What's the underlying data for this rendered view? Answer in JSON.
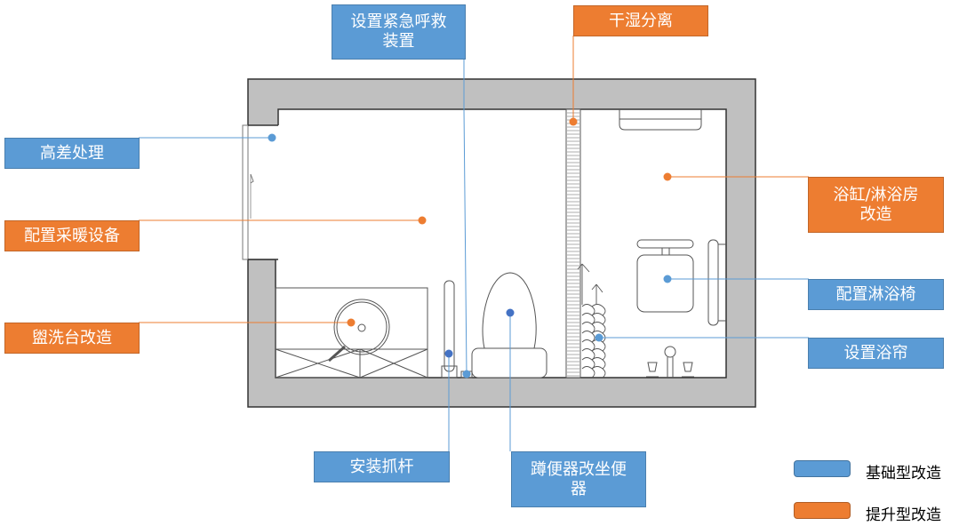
{
  "colors": {
    "basic": "#5b9bd5",
    "upgrade": "#ed7d31",
    "wall": "#c0c0c0",
    "line": "#555555"
  },
  "callouts": [
    {
      "id": "emergency-call",
      "text": "设置紧急呼救装置",
      "type": "basic"
    },
    {
      "id": "dry-wet-separation",
      "text": "干湿分离",
      "type": "upgrade"
    },
    {
      "id": "height-difference",
      "text": "高差处理",
      "type": "basic"
    },
    {
      "id": "heating",
      "text": "配置采暖设备",
      "type": "upgrade"
    },
    {
      "id": "washbasin",
      "text": "盥洗台改造",
      "type": "upgrade"
    },
    {
      "id": "bathtub-shower",
      "text": "浴缸/淋浴房改造",
      "type": "upgrade"
    },
    {
      "id": "shower-chair",
      "text": "配置淋浴椅",
      "type": "basic"
    },
    {
      "id": "shower-curtain",
      "text": "设置浴帘",
      "type": "basic"
    },
    {
      "id": "grab-bar",
      "text": "安装抓杆",
      "type": "basic"
    },
    {
      "id": "toilet",
      "text": "蹲便器改坐便器",
      "type": "basic"
    }
  ],
  "labels": {
    "emergency_line1": "设置紧急呼救",
    "emergency_line2": "装置",
    "dry_wet": "干湿分离",
    "height_diff": "高差处理",
    "heating": "配置采暖设备",
    "washbasin": "盥洗台改造",
    "bathtub_line1": "浴缸/淋浴房",
    "bathtub_line2": "改造",
    "shower_chair": "配置淋浴椅",
    "shower_curtain": "设置浴帘",
    "grab_bar": "安装抓杆",
    "toilet_line1": "蹲便器改坐便",
    "toilet_line2": "器"
  },
  "legend": {
    "basic": "基础型改造",
    "upgrade": "提升型改造"
  }
}
